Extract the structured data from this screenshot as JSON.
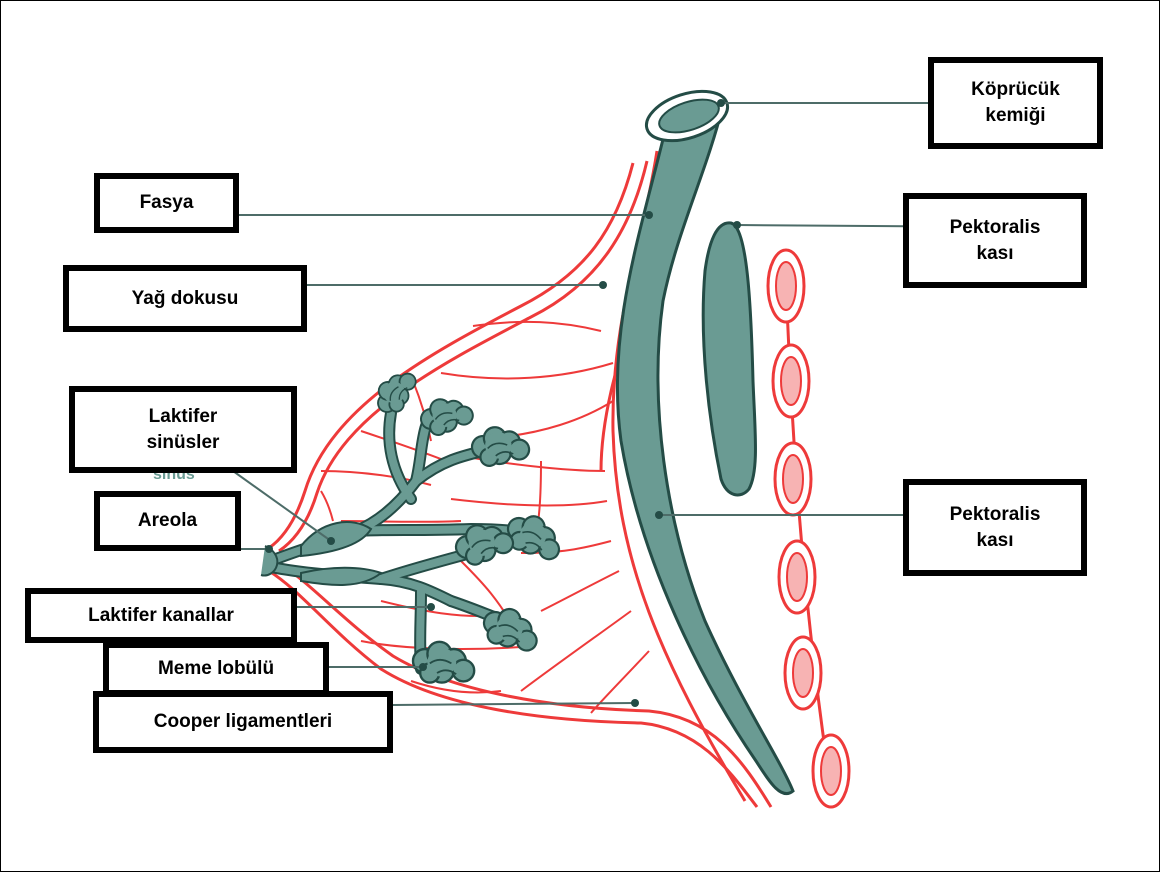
{
  "diagram": {
    "labels": {
      "kopurcuk": "Köprücük\nkemiği",
      "fasya": "Fasya",
      "pektoralis_ust": "Pektoralis\nkası",
      "yag": "Yağ  dokusu",
      "laktifer_sinus": "Laktifer\nsinüsler",
      "pektoralis_alt": "Pektoralis\nkası",
      "areola": "Areola",
      "laktifer_kanal": "Laktifer kanallar",
      "lobul": "Meme lobülü",
      "cooper": "Cooper ligamentleri"
    },
    "partial_label": "sinüs",
    "colors": {
      "tissue_red": "#ee3a3a",
      "rib_fill": "#f7b3b3",
      "muscle_teal": "#6a9b93",
      "outline": "#244c46",
      "leader": "#4d6c68"
    }
  }
}
